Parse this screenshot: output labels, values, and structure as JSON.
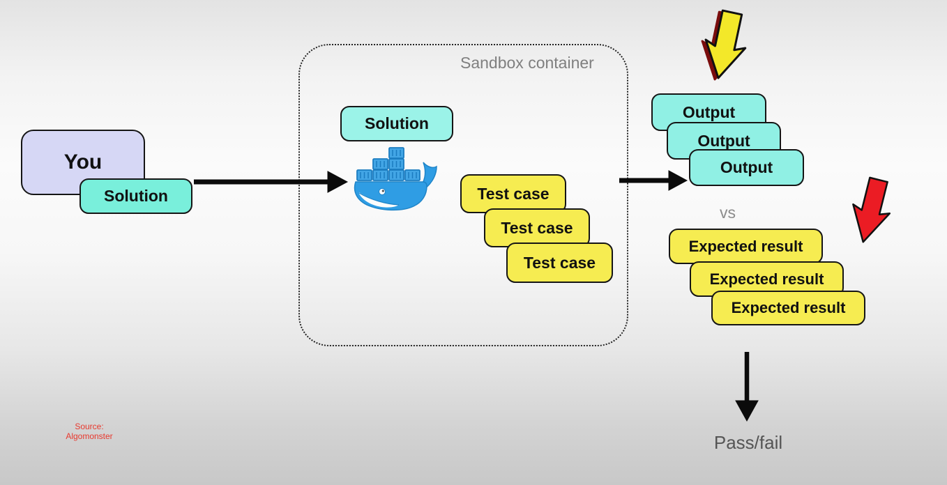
{
  "diagram": {
    "you_box": {
      "label": "You"
    },
    "your_solution_box": {
      "label": "Solution"
    },
    "sandbox": {
      "title": "Sandbox container",
      "solution_box": {
        "label": "Solution"
      },
      "docker_icon": "docker-whale-icon",
      "test_case_boxes": [
        "Test case",
        "Test case",
        "Test case"
      ]
    },
    "output_boxes": [
      "Output",
      "Output",
      "Output"
    ],
    "vs_label": "vs",
    "expected_result_boxes": [
      "Expected result",
      "Expected result",
      "Expected result"
    ],
    "pass_fail_label": "Pass/fail",
    "source": {
      "line1": "Source:",
      "line2": "Algomonster"
    },
    "colors": {
      "you_box_fill": "#d6d7f5",
      "solution_fill": "#79efdb",
      "output_fill": "#90f0e4",
      "yellow_box_fill": "#f6ec51",
      "yellow_arrow_fill": "#f3e829",
      "yellow_arrow_accent": "#7a0d0d",
      "red_arrow_fill": "#eb1c24",
      "docker_blue": "#2f9de4",
      "source_text": "#e8392e",
      "muted_text": "#7f7f7f"
    }
  }
}
